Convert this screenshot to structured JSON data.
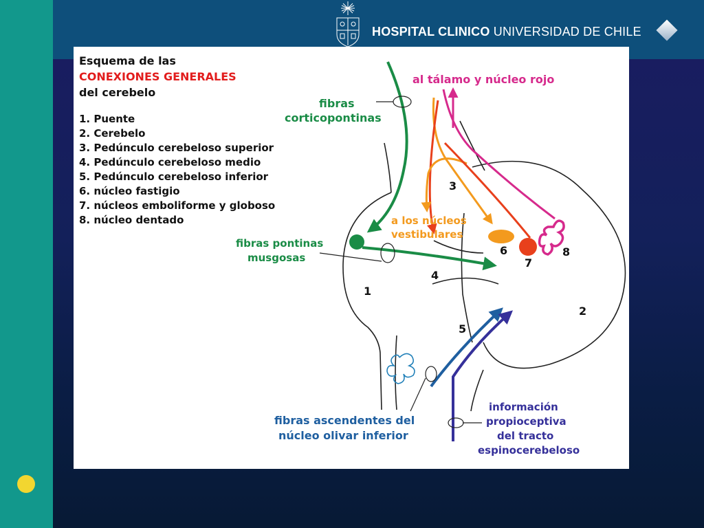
{
  "header": {
    "title_bold": "HOSPITAL CLINICO",
    "title_light": "UNIVERSIDAD DE CHILE"
  },
  "diagram": {
    "heading_line1": "Esquema de las",
    "heading_line2": "CONEXIONES GENERALES",
    "heading_line3": "del cerebelo",
    "legend": [
      "1. Puente",
      "2. Cerebelo",
      "3. Pedúnculo cerebeloso superior",
      "4. Pedúnculo cerebeloso medio",
      "5. Pedúnculo cerebeloso inferior",
      "6. núcleo fastigio",
      "7. núcleos emboliforme y globoso",
      "8. núcleo dentado"
    ],
    "labels": {
      "talamo": "al tálamo y núcleo rojo",
      "corticopontinas_1": "fibras",
      "corticopontinas_2": "corticopontinas",
      "pontinas_1": "fibras pontinas",
      "pontinas_2": "musgosas",
      "vestibulares_1": "a los núcleos",
      "vestibulares_2": "vestibulares",
      "ascendentes_1": "fibras ascendentes del",
      "ascendentes_2": "núcleo olivar inferior",
      "info_1": "información",
      "info_2": "propioceptiva",
      "info_3": "del tracto",
      "info_4": "espinocerebeloso"
    },
    "numbers": [
      "1",
      "2",
      "3",
      "4",
      "5",
      "6",
      "7",
      "8"
    ]
  },
  "colors": {
    "green": "#1a8c46",
    "orange": "#f39a1e",
    "red": "#e8401c",
    "magenta": "#d62a8c",
    "blue": "#1f5fa0",
    "purple": "#35309a",
    "heading_red": "#e21c1c"
  }
}
